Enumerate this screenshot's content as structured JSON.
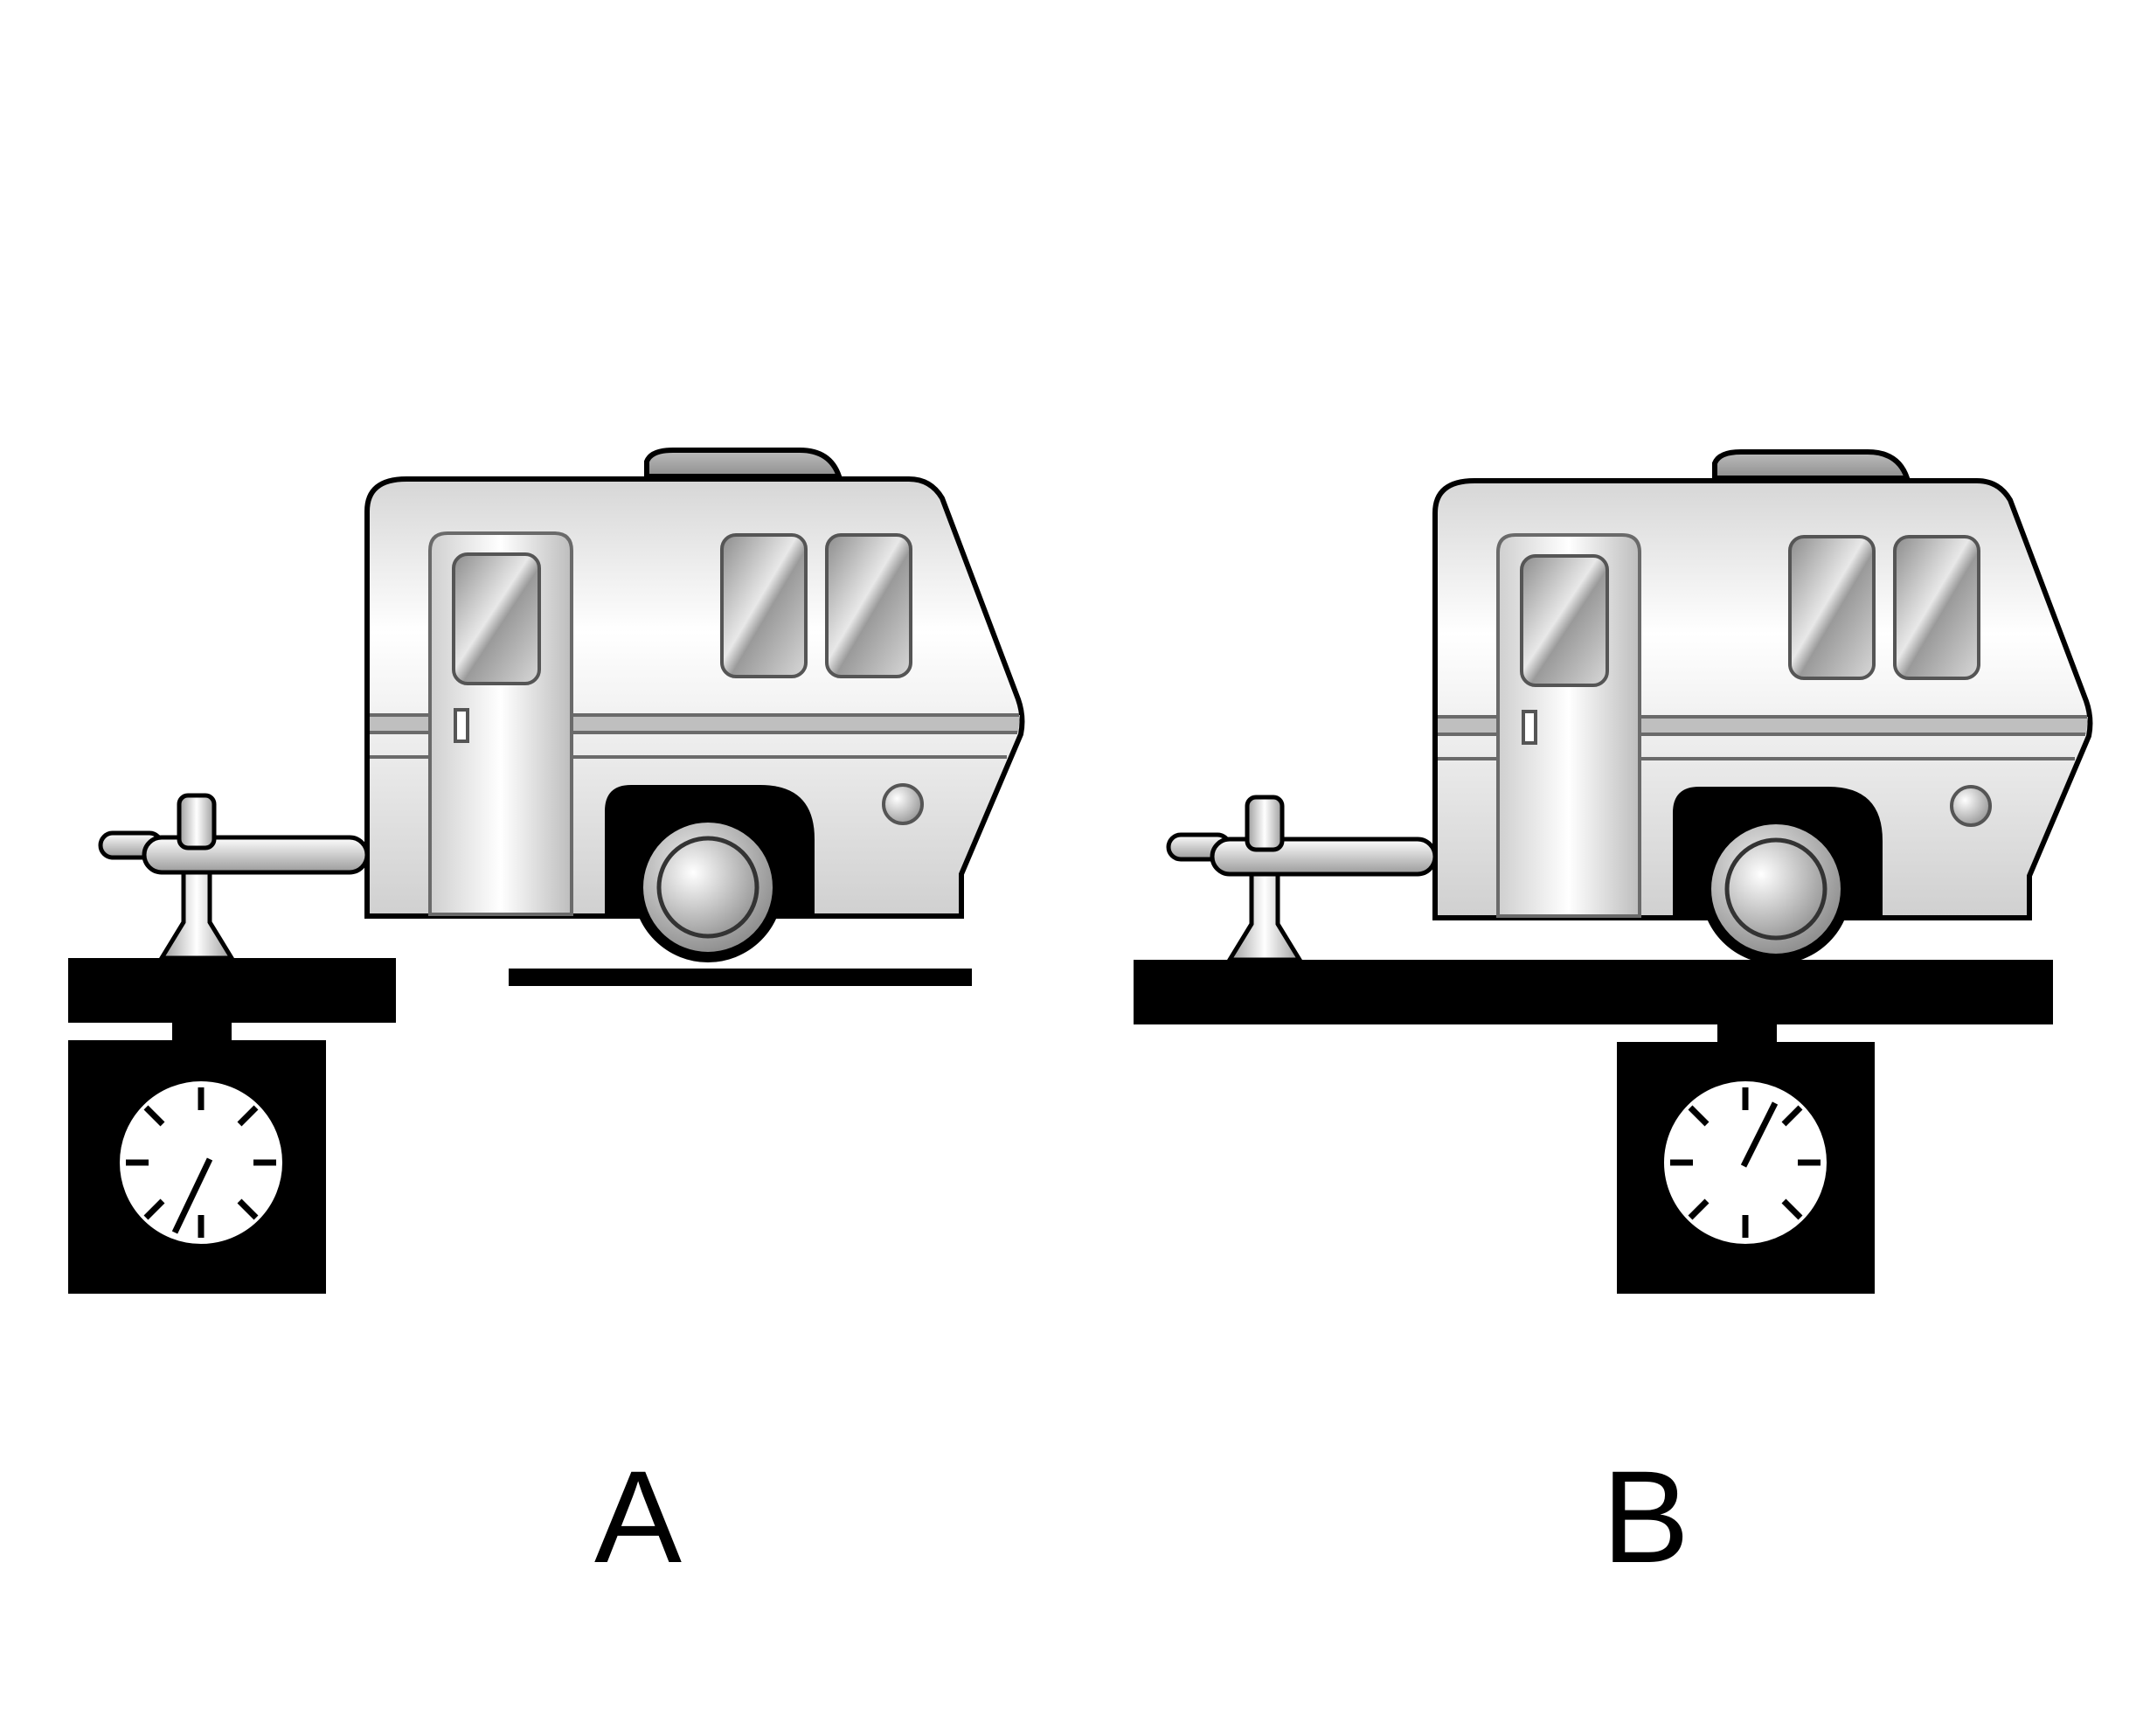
{
  "panels": [
    {
      "label": "A",
      "scale_position": "tongue"
    },
    {
      "label": "B",
      "scale_position": "wheel"
    }
  ],
  "icons": {
    "trailer": "travel-trailer-icon",
    "scale": "weighing-scale-icon",
    "dial": "scale-dial-icon"
  },
  "colors": {
    "ink": "#000000",
    "body_light": "#f4f4f4",
    "body_mid": "#c9c9c9",
    "window_dark": "#7a7a7a",
    "background": "#ffffff"
  }
}
